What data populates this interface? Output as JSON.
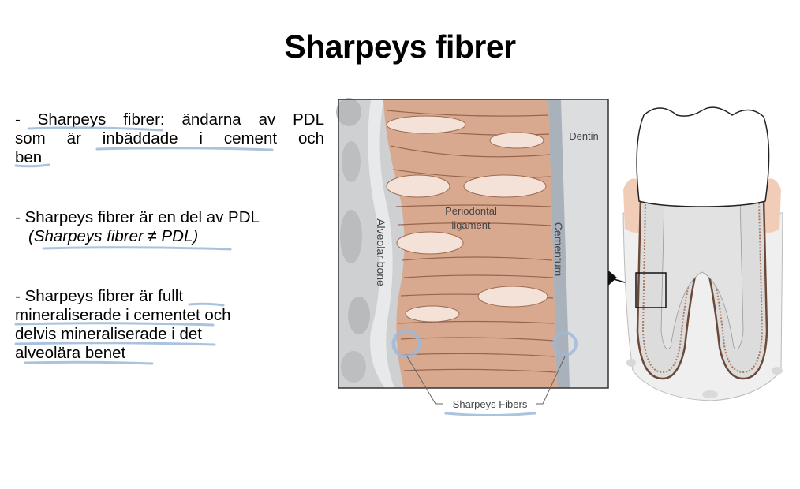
{
  "title": "Sharpeys fibrer",
  "bullets": [
    {
      "lines": [
        "- Sharpeys fibrer: ändarna av PDL",
        "som är inbäddade i cement och",
        "ben"
      ]
    },
    {
      "lines": [
        "- Sharpeys fibrer är en del av PDL",
        "(Sharpeys fibrer ≠ PDL)"
      ]
    },
    {
      "lines": [
        "- Sharpeys fibrer är fullt",
        "mineraliserade i cementet och",
        "delvis mineraliserade i det",
        "alveolära benet"
      ]
    }
  ],
  "figure": {
    "labels": {
      "dentin": "Dentin",
      "pdl_line1": "Periodontal",
      "pdl_line2": "ligament",
      "alveolar_bone": "Alveolar bone",
      "cementum": "Cementum",
      "sharpeys_fibers": "Sharpeys Fibers"
    },
    "colors": {
      "pdl": "#d9a98f",
      "fiber": "#8a5a43",
      "bone": "#cfd0d1",
      "dentin": "#dcdddf",
      "cementum": "#a9b1bb",
      "highlight": "#9db8d8",
      "enamel": "#ffffff",
      "gum": "#f1cdb8"
    }
  }
}
